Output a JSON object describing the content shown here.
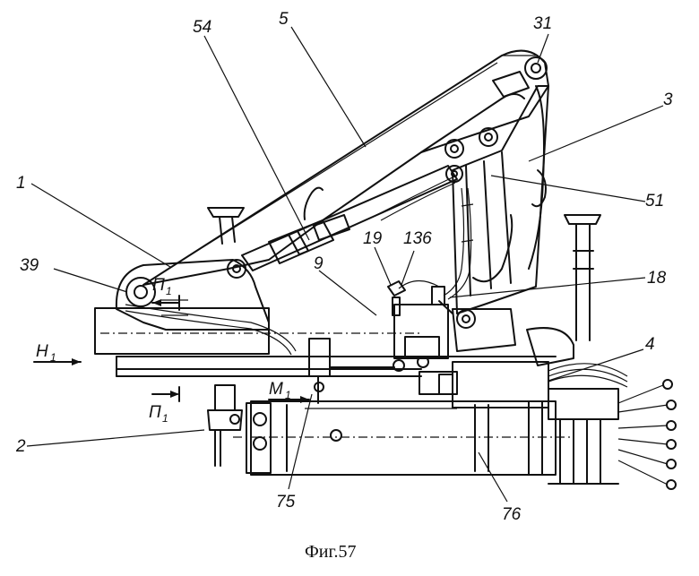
{
  "caption": "Фиг.57",
  "callouts": [
    "54",
    "5",
    "31",
    "3",
    "1",
    "51",
    "39",
    "19",
    "136",
    "18",
    "9",
    "4",
    "2",
    "75",
    "76"
  ],
  "section_marks": {
    "p_letter": "П",
    "p_index": "1",
    "h_letter": "Н",
    "h_index": "1",
    "m_letter": "М",
    "m_index": "1"
  }
}
